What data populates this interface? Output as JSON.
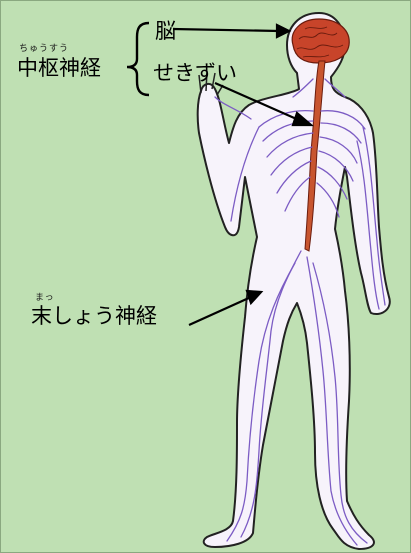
{
  "labels": {
    "cns_reading": "ちゅうすう",
    "cns": "中枢神経",
    "brain": "脳",
    "spinal_cord": "せきずい",
    "pns_reading": "まっ",
    "pns": "末しょう神経"
  },
  "colors": {
    "background": "#bfe0b3",
    "body_fill": "#f7f3fb",
    "body_outline": "#222222",
    "nerves": "#7c5cc4",
    "brain": "#c8442a",
    "spinal_cord": "#c8552f",
    "text": "#000000"
  }
}
